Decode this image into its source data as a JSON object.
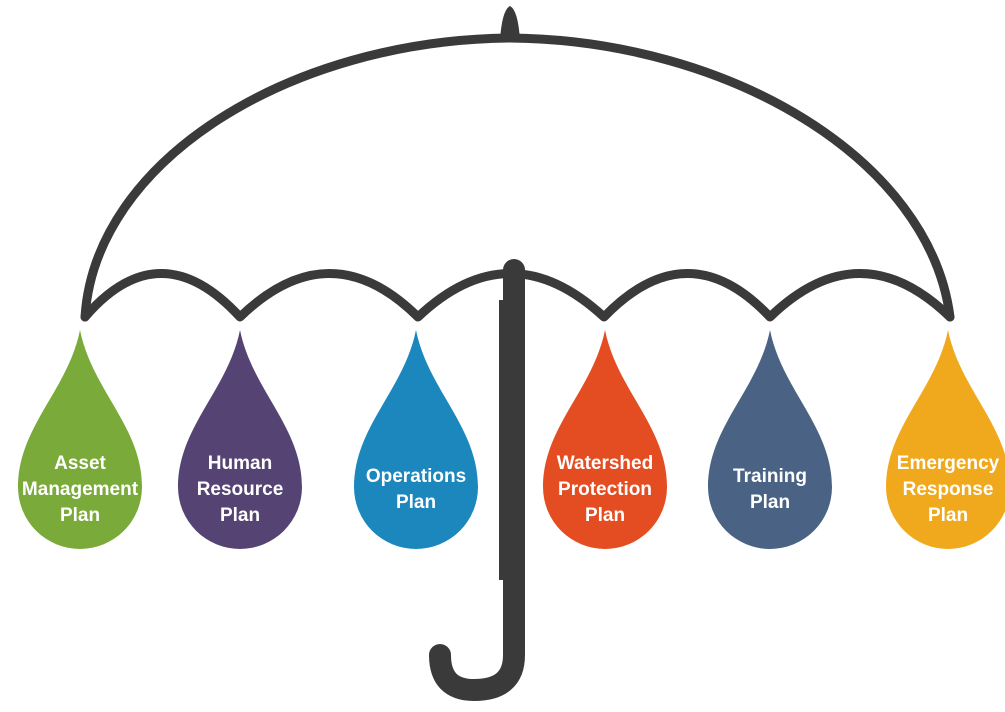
{
  "diagram": {
    "umbrella_color": "#3a3a3a",
    "drops": [
      {
        "lines": [
          "Asset",
          "Management",
          "Plan"
        ],
        "color": "#7aab3a"
      },
      {
        "lines": [
          "Human",
          "Resource",
          "Plan"
        ],
        "color": "#554473"
      },
      {
        "lines": [
          "Operations",
          "Plan"
        ],
        "color": "#1b87bd"
      },
      {
        "lines": [
          "Watershed",
          "Protection",
          "Plan"
        ],
        "color": "#e44d22"
      },
      {
        "lines": [
          "Training",
          "Plan"
        ],
        "color": "#4a6283"
      },
      {
        "lines": [
          "Emergency",
          "Response",
          "Plan"
        ],
        "color": "#f0a91d"
      }
    ]
  }
}
